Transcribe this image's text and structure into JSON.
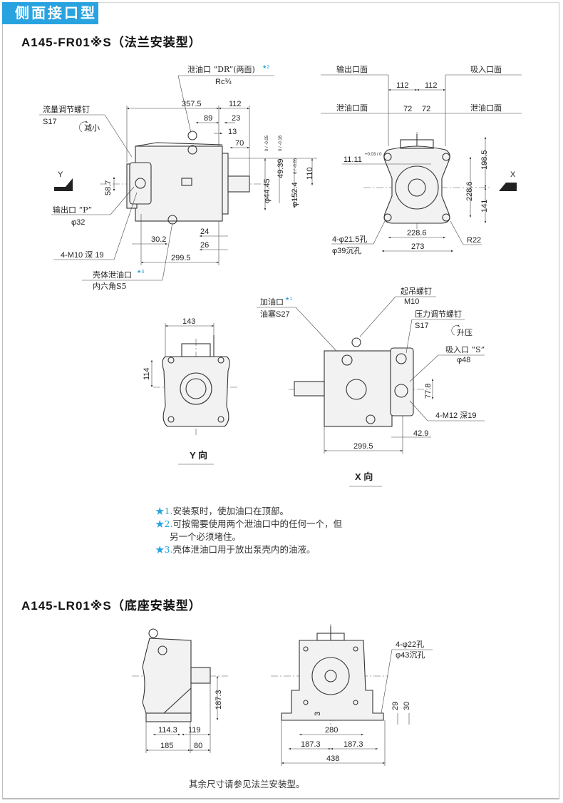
{
  "header": {
    "tab_label": "侧面接口型"
  },
  "section1": {
    "title": "A145-FR01※S（法兰安装型）",
    "front_view": {
      "drain_port_label": "泄油口 “DR”(两面)",
      "drain_port_star": "★2",
      "drain_port_spec": "Rc¾",
      "flow_screw_label": "流量调节螺钉",
      "flow_screw_size": "S17",
      "flow_screw_direction": "减小",
      "view_arrow_y": "Y",
      "outlet_label": "输出口 “P”",
      "outlet_size": "φ32",
      "bolt_label": "4-M10 深 19",
      "case_drain_label": "壳体泄油口",
      "case_drain_star": "★3",
      "case_drain_spec": "内六角S5",
      "dims": {
        "d357_5": "357.5",
        "d112": "112",
        "d89": "89",
        "d23": "23",
        "d13": "13",
        "d70": "70",
        "d44_45": "φ44.45",
        "d44_45_tol": "0 / -0.05",
        "d49_39": "49.39",
        "d49_39_tol": "0 / -0.18",
        "d152_4": "φ152.4",
        "d152_4_tol": "0 / -0.05",
        "d110": "110",
        "d58_7": "58.7",
        "d24": "24",
        "d26": "26",
        "d30_2": "30.2",
        "d299_5": "299.5"
      }
    },
    "side_view": {
      "outlet_face": "输出口面",
      "inlet_face": "吸入口面",
      "drain_face_left": "泄油口面",
      "drain_face_right": "泄油口面",
      "view_arrow_x": "X",
      "hole_label": "4-φ21.5孔",
      "counterbore_label": "φ39沉孔",
      "radius_label": "R22",
      "dims": {
        "d112_l": "112",
        "d112_r": "112",
        "d72_l": "72",
        "d72_r": "72",
        "d11_11": "11.11",
        "d11_11_tol": "+0.03 / 0",
        "d198_5": "198.5",
        "d141": "141",
        "d228_6_v": "228.6",
        "d228_6_h": "228.6",
        "d273": "273"
      }
    },
    "y_view": {
      "title": "Y 向",
      "dims": {
        "d143": "143",
        "d114": "114"
      }
    },
    "x_view": {
      "title": "X 向",
      "fill_port_label": "加油口",
      "fill_port_star": "★1",
      "fill_port_spec": "油塞S27",
      "eye_bolt_label": "起吊螺钉",
      "eye_bolt_spec": "M10",
      "pressure_screw_label": "压力调节螺钉",
      "pressure_screw_size": "S17",
      "pressure_direction": "升压",
      "inlet_label": "吸入口 “S”",
      "inlet_size": "φ48",
      "bolt_label": "4-M12 深19",
      "dims": {
        "d77_8": "77.8",
        "d42_9": "42.9",
        "d299_5": "299.5"
      }
    },
    "notes": [
      {
        "star": "★1.",
        "text": "安装泵时，使加油口在顶部。"
      },
      {
        "star": "★2.",
        "text": "可按需要使用两个泄油口中的任何一个，但",
        "cont": "另一个必须堵住。"
      },
      {
        "star": "★3.",
        "text": "壳体泄油口用于放出泵壳内的油液。"
      }
    ]
  },
  "section2": {
    "title": "A145-LR01※S（底座安装型）",
    "side": {
      "dims": {
        "d187_3": "187.3",
        "d114_3": "114.3",
        "d119": "119",
        "d185": "185",
        "d80": "80"
      }
    },
    "front": {
      "hole_label": "4-φ22孔",
      "counterbore_label": "φ43沉孔",
      "dims": {
        "d3": "3",
        "d29": "29",
        "d30": "30",
        "d280": "280",
        "d187_3_l": "187.3",
        "d187_3_r": "187.3",
        "d438": "438"
      }
    },
    "footer_note": "其余尺寸请参见法兰安装型。"
  },
  "colors": {
    "accent": "#29a3e0"
  }
}
